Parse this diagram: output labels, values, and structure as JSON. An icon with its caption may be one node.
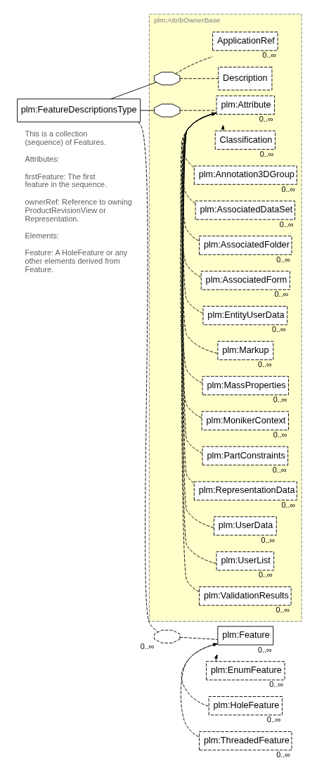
{
  "diagram": {
    "nodes": [
      {
        "text": [
          "plm:FeatureDescriptionsType"
        ],
        "beside": [
          "This is a collection (sequence) of Features.",
          "Attributes:",
          "firstFeature: The first feature in the sequence.",
          "ownerRef: Reference to owning ProductRevisionView or Representation.",
          "Elements:",
          "Feature: A HoleFeature or any other elements derived from Feature."
        ]
      },
      {
        "text": [
          "plm:AttribOwnerBase"
        ]
      },
      {
        "text": [],
        "shape": "octagon",
        "in": 1
      },
      {
        "text": [
          "Description"
        ],
        "in": 1
      },
      {
        "text": [
          "ApplicationRef"
        ],
        "in": 1,
        "beside": [
          "0..∞"
        ]
      },
      {
        "text": [],
        "shape": "octagon",
        "in": 1
      },
      {
        "text": [
          "plm:Attribute"
        ],
        "in": 1,
        "beside": [
          "0..∞"
        ]
      },
      {
        "text": [
          "Classification"
        ],
        "in": 1,
        "beside": [
          "0..∞"
        ]
      },
      {
        "text": [
          "plm:Annotation3DGroup"
        ],
        "in": 1,
        "beside": [
          "0..∞"
        ]
      },
      {
        "text": [
          "plm:AssociatedDataSet"
        ],
        "in": 1,
        "beside": [
          "0..∞"
        ]
      },
      {
        "text": [
          "plm:AssociatedFolder"
        ],
        "in": 1,
        "beside": [
          "0..∞"
        ]
      },
      {
        "text": [
          "plm:AssociatedForm"
        ],
        "in": 1,
        "beside": [
          "0..∞"
        ]
      },
      {
        "text": [
          "plm:EntityUserData"
        ],
        "in": 1,
        "beside": [
          "0..∞"
        ]
      },
      {
        "text": [
          "plm:Markup"
        ],
        "in": 1,
        "beside": [
          "0..∞"
        ]
      },
      {
        "text": [
          "plm:MassProperties"
        ],
        "in": 1,
        "beside": [
          "0..∞"
        ]
      },
      {
        "text": [
          "plm:MonikerContext"
        ],
        "in": 1,
        "beside": [
          "0..∞"
        ]
      },
      {
        "text": [
          "plm:PartConstraints"
        ],
        "in": 1,
        "beside": [
          "0..∞"
        ]
      },
      {
        "text": [
          "plm:RepresentationData"
        ],
        "in": 1,
        "beside": [
          "0..∞"
        ]
      },
      {
        "text": [
          "plm:UserData"
        ],
        "in": 1,
        "beside": [
          "0..∞"
        ]
      },
      {
        "text": [
          "plm:UserList"
        ],
        "in": 1,
        "beside": [
          "0..∞"
        ]
      },
      {
        "text": [
          "plm:ValidationResults"
        ],
        "in": 1,
        "beside": [
          "0..∞"
        ]
      },
      {
        "text": [],
        "shape": "octagon",
        "beside": [
          "0..∞"
        ]
      },
      {
        "text": [
          "plm:Feature"
        ],
        "beside": [
          "0..∞"
        ]
      },
      {
        "text": [
          "plm:EnumFeature"
        ],
        "beside": [
          "0..∞"
        ]
      },
      {
        "text": [
          "plm:HoleFeature"
        ],
        "beside": [
          "0..∞"
        ]
      },
      {
        "text": [
          "plm:ThreadedFeature"
        ],
        "beside": [
          "0..∞"
        ]
      }
    ],
    "edges": [
      {
        "from": 0,
        "to": 2,
        "arrow": "none"
      },
      {
        "from": 0,
        "to": 5,
        "arrow": "none"
      },
      {
        "from": 0,
        "to": 21,
        "arrow": "none",
        "style": "dashed"
      },
      {
        "from": 2,
        "to": 3,
        "arrow": "none",
        "style": "dashed"
      },
      {
        "from": 2,
        "to": 4,
        "arrow": "none",
        "style": "dashed"
      },
      {
        "from": 5,
        "to": 6,
        "arrow": "none",
        "style": "dashed"
      },
      {
        "from": 7,
        "to": 6,
        "arrow": "to",
        "style": "dashed"
      },
      {
        "from": 8,
        "to": 6,
        "arrow": "to",
        "style": "dashed"
      },
      {
        "from": 9,
        "to": 6,
        "arrow": "to",
        "style": "dashed"
      },
      {
        "from": 10,
        "to": 6,
        "arrow": "to",
        "style": "dashed"
      },
      {
        "from": 11,
        "to": 6,
        "arrow": "to",
        "style": "dashed"
      },
      {
        "from": 12,
        "to": 6,
        "arrow": "to",
        "style": "dashed"
      },
      {
        "from": 13,
        "to": 6,
        "arrow": "to",
        "style": "dashed"
      },
      {
        "from": 14,
        "to": 6,
        "arrow": "to",
        "style": "dashed"
      },
      {
        "from": 15,
        "to": 6,
        "arrow": "to",
        "style": "dashed"
      },
      {
        "from": 16,
        "to": 6,
        "arrow": "to",
        "style": "dashed"
      },
      {
        "from": 17,
        "to": 6,
        "arrow": "to",
        "style": "dashed"
      },
      {
        "from": 18,
        "to": 6,
        "arrow": "to",
        "style": "dashed"
      },
      {
        "from": 19,
        "to": 6,
        "arrow": "to",
        "style": "dashed"
      },
      {
        "from": 20,
        "to": 6,
        "arrow": "to",
        "style": "dashed"
      },
      {
        "from": 21,
        "to": 22,
        "arrow": "none",
        "style": "dashed"
      },
      {
        "from": 23,
        "to": 22,
        "arrow": "to",
        "style": "dashed"
      },
      {
        "from": 24,
        "to": 22,
        "arrow": "to",
        "style": "dashed"
      },
      {
        "from": 25,
        "to": 22,
        "arrow": "to",
        "style": "dashed"
      }
    ]
  }
}
